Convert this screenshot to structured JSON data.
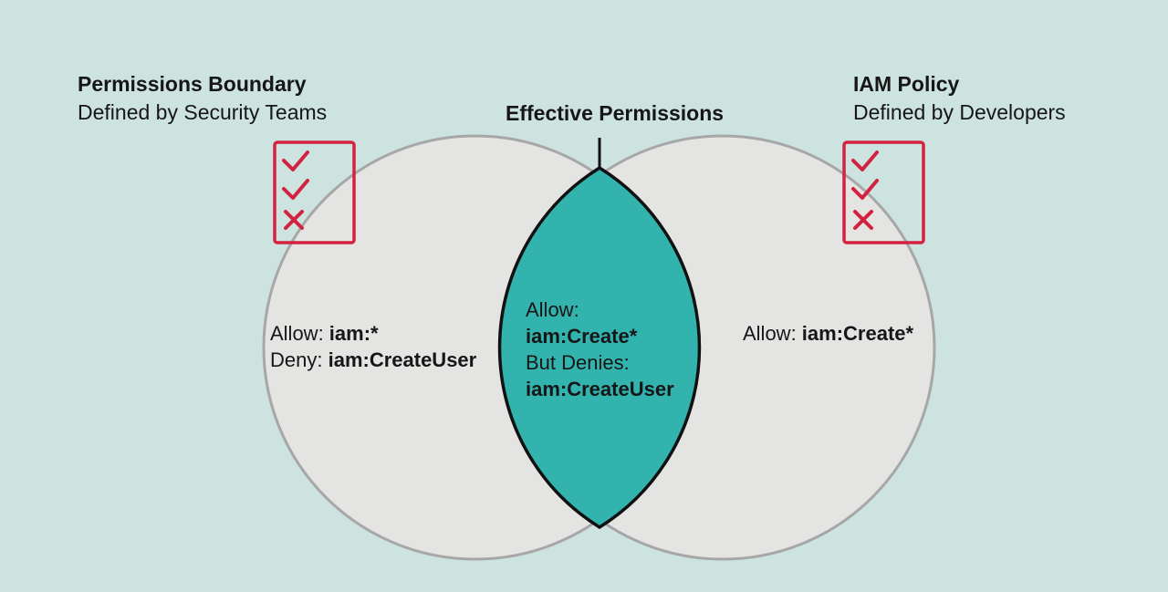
{
  "header": {
    "left_title": "Permissions Boundary",
    "left_subtitle": "Defined by Security Teams",
    "right_title": "IAM Policy",
    "right_subtitle": "Defined by Developers",
    "center_title": "Effective Permissions"
  },
  "regions": {
    "left": {
      "allow_label": "Allow: ",
      "allow_value": "iam:*",
      "deny_label": "Deny: ",
      "deny_value": "iam:CreateUser"
    },
    "right": {
      "allow_label": "Allow: ",
      "allow_value": "iam:Create*"
    },
    "center": {
      "allow_label": "Allow:",
      "allow_value": "iam:Create*",
      "deny_label": "But Denies:",
      "deny_value": "iam:CreateUser"
    }
  },
  "icons": {
    "left_card": [
      "check-icon",
      "check-icon",
      "x-icon"
    ],
    "right_card": [
      "check-icon",
      "check-icon",
      "x-icon"
    ]
  },
  "colors": {
    "background": "#cde3e0",
    "circle_fill": "#e4e4e3",
    "circle_stroke": "#a7a7a7",
    "intersection_fill": "#32b3ae",
    "accent_red": "#d3223f"
  }
}
